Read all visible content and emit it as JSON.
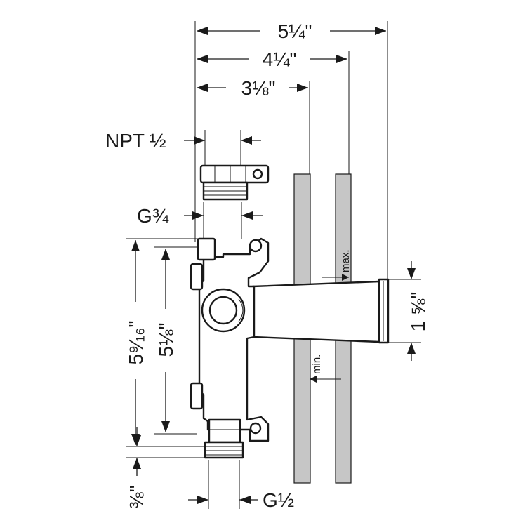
{
  "dimensions": {
    "overall_width": "5¼\"",
    "mid_width": "4¼\"",
    "inner_width": "3⅛\"",
    "npt": "NPT ½",
    "g_top": "G¾",
    "height_outer": "5⁹⁄₁₆\"",
    "height_inner": "5⅛\"",
    "bottom_offset": "⅜\"",
    "g_bottom": "G½",
    "outlet_diameter": "1 ⅝\""
  },
  "annotations": {
    "max": "max.",
    "min": "min."
  },
  "colors": {
    "line": "#1a1a1a",
    "wall_fill": "#c6c6c6",
    "background": "#ffffff"
  }
}
